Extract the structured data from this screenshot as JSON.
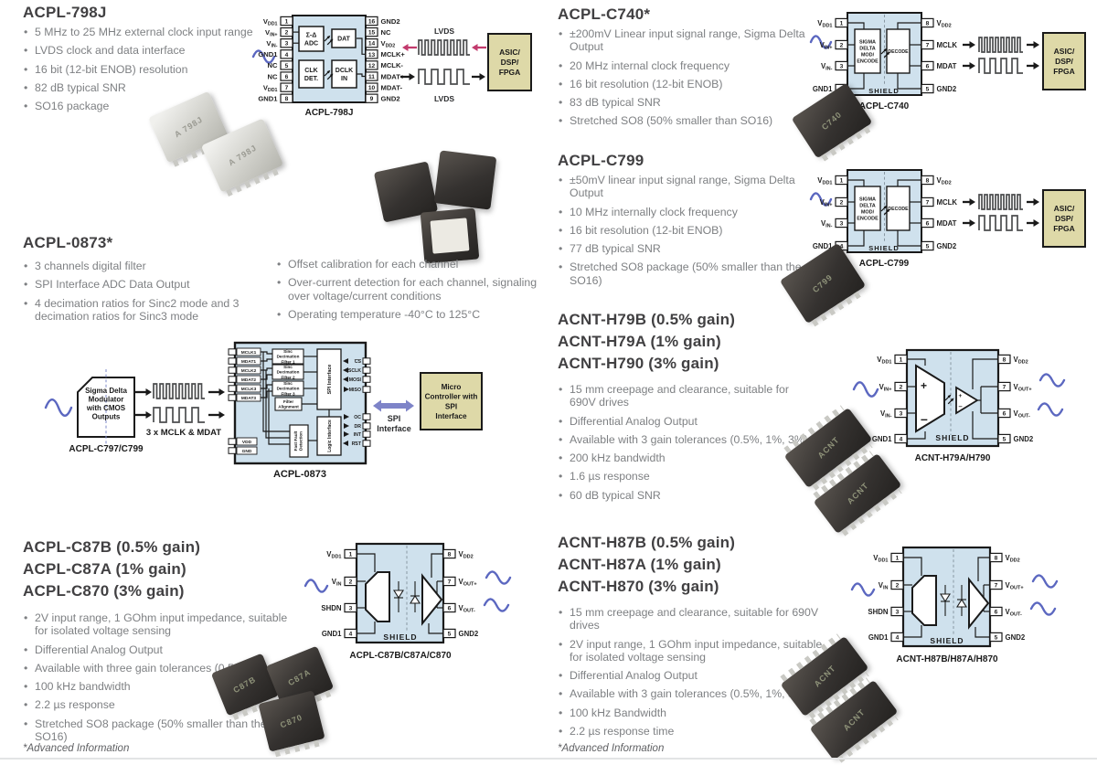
{
  "colors": {
    "chip_fill": "#cfe1ed",
    "asic_fill": "#ded9a8",
    "pink": "#c23a6d",
    "purple": "#7e84c8",
    "sine": "#5b67c0"
  },
  "footnote": "*Advanced Information",
  "photos": {
    "so16": [
      "A 798J",
      "A 798J"
    ],
    "c740": "C740",
    "c799": "C799",
    "c87": [
      "C87B",
      "C87A",
      "C870"
    ],
    "acnt": "ACNT"
  },
  "sections": {
    "acpl798j": {
      "title": "ACPL-798J",
      "bullets": [
        "5 MHz to 25 MHz external clock input range",
        "LVDS clock and data interface",
        "16 bit (12-bit ENOB) resolution",
        "82 dB typical SNR",
        "SO16 package"
      ],
      "diagram": {
        "label": "ACPL-798J",
        "left_pins": [
          {
            "name": "V|DD1",
            "num": "1"
          },
          {
            "name": "V|IN+",
            "num": "2"
          },
          {
            "name": "V|IN-",
            "num": "3"
          },
          {
            "name": "GND1",
            "num": "4"
          },
          {
            "name": "NC",
            "num": "5"
          },
          {
            "name": "NC",
            "num": "6"
          },
          {
            "name": "V|DD1",
            "num": "7"
          },
          {
            "name": "GND1",
            "num": "8"
          }
        ],
        "right_pins": [
          {
            "name": "GND2",
            "num": "16"
          },
          {
            "name": "NC",
            "num": "15"
          },
          {
            "name": "V|DD2",
            "num": "14"
          },
          {
            "name": "MCLK+",
            "num": "13"
          },
          {
            "name": "MCLK-",
            "num": "12"
          },
          {
            "name": "MDAT+",
            "num": "11"
          },
          {
            "name": "MDAT-",
            "num": "10"
          },
          {
            "name": "GND2",
            "num": "9"
          }
        ],
        "blocks": [
          [
            "Σ-Δ",
            "ADC"
          ],
          [
            "DAT"
          ],
          [
            "CLK",
            "DET."
          ],
          [
            "DCLK",
            "IN"
          ]
        ],
        "lvds_top": "LVDS",
        "lvds_bottom": "LVDS",
        "target_lines": [
          "ASIC/",
          "DSP/",
          "FPGA"
        ]
      }
    },
    "acpl0873": {
      "title": "ACPL-0873*",
      "bullets_left": [
        "3 channels digital filter",
        "SPI Interface ADC Data Output",
        "4 decimation ratios for Sinc2 mode and 3 decimation ratios for Sinc3 mode"
      ],
      "bullets_right": [
        "Offset calibration for each channel",
        "Over-current detection for each channel, signaling over voltage/current conditions",
        "Operating temperature -40°C to 125°C"
      ],
      "diagram": {
        "modulator_lines": [
          "Sigma Delta",
          "Modulator",
          "with CMOS",
          "Outputs"
        ],
        "modulator_caption": "ACPL-C797/C799",
        "wave_caption": "3 x MCLK & MDAT",
        "chip_label": "ACPL-0873",
        "left_pins": [
          "MCLK1",
          "MDAT1",
          "MCLK2",
          "MDAT2",
          "MCLK3",
          "MDAT3"
        ],
        "bottom_pins": [
          "VDD",
          "GND"
        ],
        "right_pins_top": [
          "~CS",
          "SCLK",
          "MOSI",
          "MISO"
        ],
        "right_pins_bottom": [
          "OC",
          "DR",
          "~INT",
          "~RST"
        ],
        "filters": [
          [
            "Sinc",
            "Decimation",
            "Filter 1"
          ],
          [
            "Sinc",
            "Decimation",
            "Filter 2"
          ],
          [
            "Sinc",
            "Decimation",
            "Filter 3"
          ]
        ],
        "alignment": [
          "Filter",
          "Alignment"
        ],
        "fastfault": [
          "Fast Fault",
          "Detection"
        ],
        "spi_block": "SPI Interface",
        "logic_block": "Logic Interface",
        "spi_arrow_label": [
          "SPI",
          "Interface"
        ],
        "target_lines": [
          "Micro",
          "Controller with",
          "SPI",
          "Interface"
        ]
      }
    },
    "acplc87": {
      "titles": [
        "ACPL-C87B (0.5% gain)",
        "ACPL-C87A (1% gain)",
        "ACPL-C870 (3% gain)"
      ],
      "bullets": [
        "2V input range, 1 GOhm input impedance, suitable for isolated voltage sensing",
        "Differential Analog Output",
        "Available with three gain tolerances (0.5%, 1%, 3%)",
        "100 kHz bandwidth",
        "2.2 µs response",
        "Stretched SO8 package (50% smaller than the SO16)"
      ],
      "diagram": {
        "label": "ACPL-C87B/C87A/C870",
        "shield": "SHIELD",
        "left_pins": [
          {
            "name": "V|DD1",
            "num": "1"
          },
          {
            "name": "V|IN",
            "num": "2"
          },
          {
            "name": "SHDN",
            "num": "3"
          },
          {
            "name": "GND1",
            "num": "4"
          }
        ],
        "right_pins": [
          {
            "name": "V|DD2",
            "num": "8"
          },
          {
            "name": "V|OUT+",
            "num": "7"
          },
          {
            "name": "V|OUT-",
            "num": "6"
          },
          {
            "name": "GND2",
            "num": "5"
          }
        ]
      }
    },
    "acplc740": {
      "title": "ACPL-C740*",
      "bullets": [
        "±200mV Linear input signal range, Sigma Delta Output",
        "20 MHz internal clock frequency",
        "16 bit resolution (12-bit ENOB)",
        "83 dB typical SNR",
        "Stretched SO8 (50% smaller than SO16)"
      ],
      "diagram": {
        "label": "ACPL-C740",
        "shield": "SHIELD",
        "left_pins": [
          {
            "name": "V|DD1",
            "num": "1"
          },
          {
            "name": "V|IN+",
            "num": "2"
          },
          {
            "name": "V|IN-",
            "num": "3"
          },
          {
            "name": "GND1",
            "num": "4"
          }
        ],
        "right_pins": [
          {
            "name": "V|DD2",
            "num": "8"
          },
          {
            "name": "MCLK",
            "num": "7"
          },
          {
            "name": "MDAT",
            "num": "6"
          },
          {
            "name": "GND2",
            "num": "5"
          }
        ],
        "blocks": [
          [
            "SIGMA",
            "DELTA",
            "MOD/",
            "ENCODE"
          ],
          [
            "DECODE"
          ]
        ],
        "target_lines": [
          "ASIC/",
          "DSP/",
          "FPGA"
        ]
      }
    },
    "acplc799": {
      "title": "ACPL-C799",
      "bullets": [
        "±50mV linear input signal range, Sigma Delta Output",
        "10 MHz internally clock frequency",
        "16 bit resolution (12-bit ENOB)",
        "77 dB typical SNR",
        "Stretched SO8 package (50% smaller than the SO16)"
      ],
      "diagram": {
        "label": "ACPL-C799",
        "shield": "SHIELD",
        "left_pins": [
          {
            "name": "V|DD1",
            "num": "1"
          },
          {
            "name": "V|IN+",
            "num": "2"
          },
          {
            "name": "V|IN-",
            "num": "3"
          },
          {
            "name": "GND1",
            "num": "4"
          }
        ],
        "right_pins": [
          {
            "name": "V|DD2",
            "num": "8"
          },
          {
            "name": "MCLK",
            "num": "7"
          },
          {
            "name": "MDAT",
            "num": "6"
          },
          {
            "name": "GND2",
            "num": "5"
          }
        ],
        "blocks": [
          [
            "SIGMA",
            "DELTA",
            "MOD/",
            "ENCODE"
          ],
          [
            "DECODE"
          ]
        ],
        "target_lines": [
          "ASIC/",
          "DSP/",
          "FPGA"
        ]
      }
    },
    "acnth79": {
      "titles": [
        "ACNT-H79B (0.5% gain)",
        "ACNT-H79A (1% gain)",
        "ACNT-H790 (3% gain)"
      ],
      "bullets": [
        "15 mm creepage and clearance, suitable for 690V drives",
        "Differential Analog Output",
        "Available with 3 gain tolerances (0.5%, 1%, 3%)",
        "200 kHz bandwidth",
        "1.6 µs response",
        "60 dB typical SNR"
      ],
      "diagram": {
        "label": "ACNT-H79A/H790",
        "shield": "SHIELD",
        "left_pins": [
          {
            "name": "V|DD1",
            "num": "1"
          },
          {
            "name": "V|IN+",
            "num": "2"
          },
          {
            "name": "V|IN-",
            "num": "3"
          },
          {
            "name": "GND1",
            "num": "4"
          }
        ],
        "right_pins": [
          {
            "name": "V|DD2",
            "num": "8"
          },
          {
            "name": "V|OUT+",
            "num": "7"
          },
          {
            "name": "V|OUT-",
            "num": "6"
          },
          {
            "name": "GND2",
            "num": "5"
          }
        ]
      }
    },
    "acnth87": {
      "titles": [
        "ACNT-H87B (0.5% gain)",
        "ACNT-H87A (1% gain)",
        "ACNT-H870 (3% gain)"
      ],
      "bullets": [
        "15 mm creepage and clearance, suitable for 690V drives",
        "2V input range, 1 GOhm input impedance, suitable for isolated voltage sensing",
        "Differential Analog Output",
        "Available with 3 gain tolerances (0.5%, 1%, 3%)",
        "100 kHz Bandwidth",
        "2.2 µs response time"
      ],
      "diagram": {
        "label": "ACNT-H87B/H87A/H870",
        "shield": "SHIELD",
        "left_pins": [
          {
            "name": "V|DD1",
            "num": "1"
          },
          {
            "name": "V|IN",
            "num": "2"
          },
          {
            "name": "SHDN",
            "num": "3"
          },
          {
            "name": "GND1",
            "num": "4"
          }
        ],
        "right_pins": [
          {
            "name": "V|DD2",
            "num": "8"
          },
          {
            "name": "V|OUT+",
            "num": "7"
          },
          {
            "name": "V|OUT-",
            "num": "6"
          },
          {
            "name": "GND2",
            "num": "5"
          }
        ]
      }
    }
  }
}
